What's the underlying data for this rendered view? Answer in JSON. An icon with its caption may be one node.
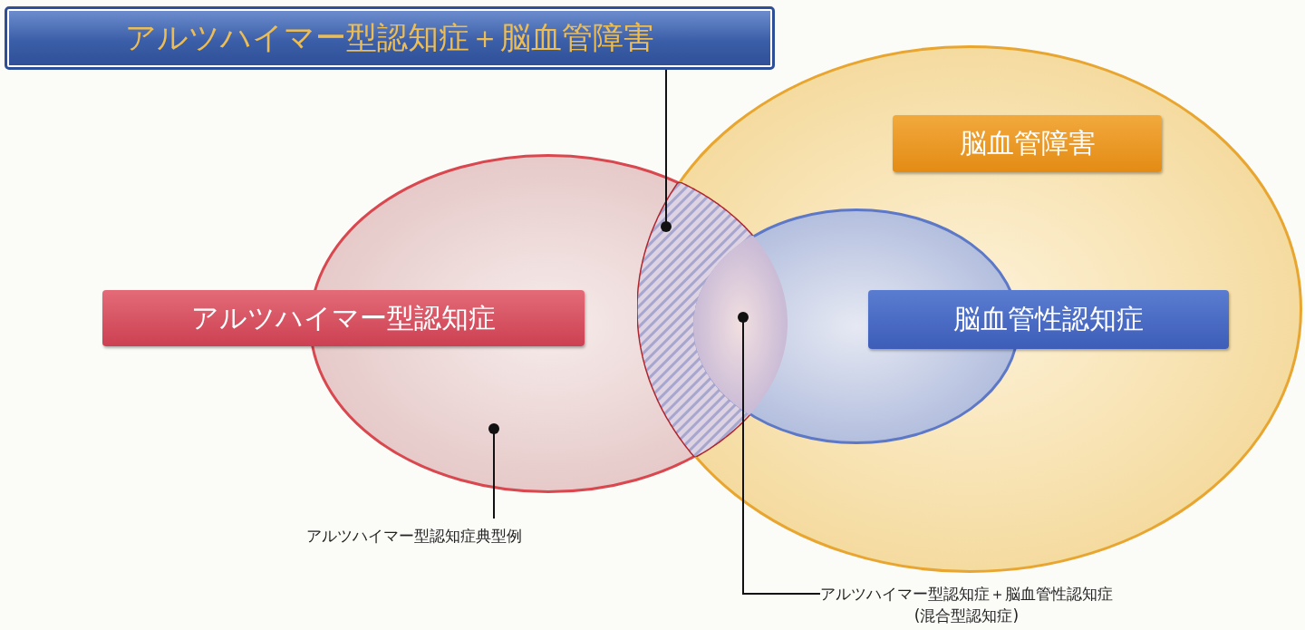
{
  "diagram": {
    "nodes": [
      {
        "text": [
          "アルツハイマー型認知症＋脳血管障害"
        ]
      },
      {
        "text": [
          "脳血管障害"
        ]
      },
      {
        "text": [
          "アルツハイマー型認知症"
        ]
      },
      {
        "text": [
          "脳血管性認知症"
        ],
        "in": 1
      },
      {
        "text": [],
        "shape": "lens"
      },
      {
        "text": [
          "アルツハイマー型認知症典型例"
        ]
      },
      {
        "text": [
          "アルツハイマー型認知症＋脳血管性認知症",
          "(混合型認知症)"
        ]
      },
      {
        "text": [],
        "shape": "lens"
      }
    ],
    "edges": [
      {
        "from": 0,
        "to": 4,
        "arrow": "other"
      },
      {
        "from": 5,
        "to": 2,
        "arrow": "other"
      },
      {
        "from": 6,
        "to": 7,
        "arrow": "other"
      }
    ]
  }
}
